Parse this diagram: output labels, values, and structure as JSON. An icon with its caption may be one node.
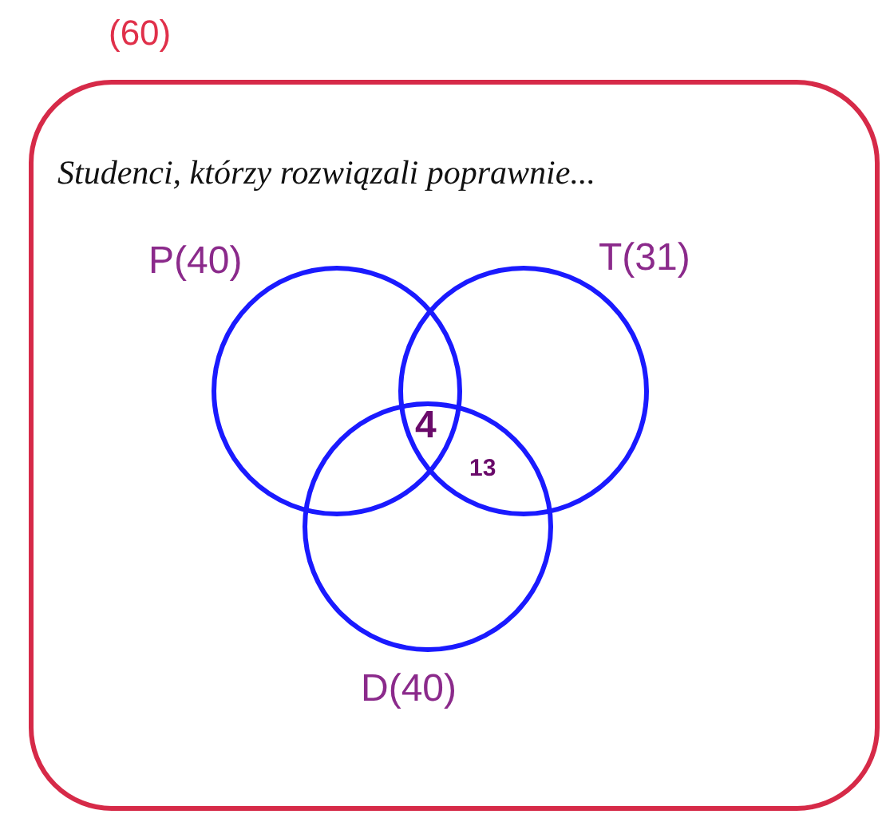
{
  "diagram": {
    "nodes": [
      {
        "text": [
          "(60)",
          "Studenci, którzy rozwiązali poprawnie..."
        ]
      },
      {
        "text": [
          "P(40)"
        ],
        "in": 0
      },
      {
        "text": [
          "T(31)"
        ],
        "in": 0
      },
      {
        "text": [
          "D(40)"
        ],
        "in": 0
      }
    ],
    "labels": [
      "4",
      "13"
    ]
  }
}
